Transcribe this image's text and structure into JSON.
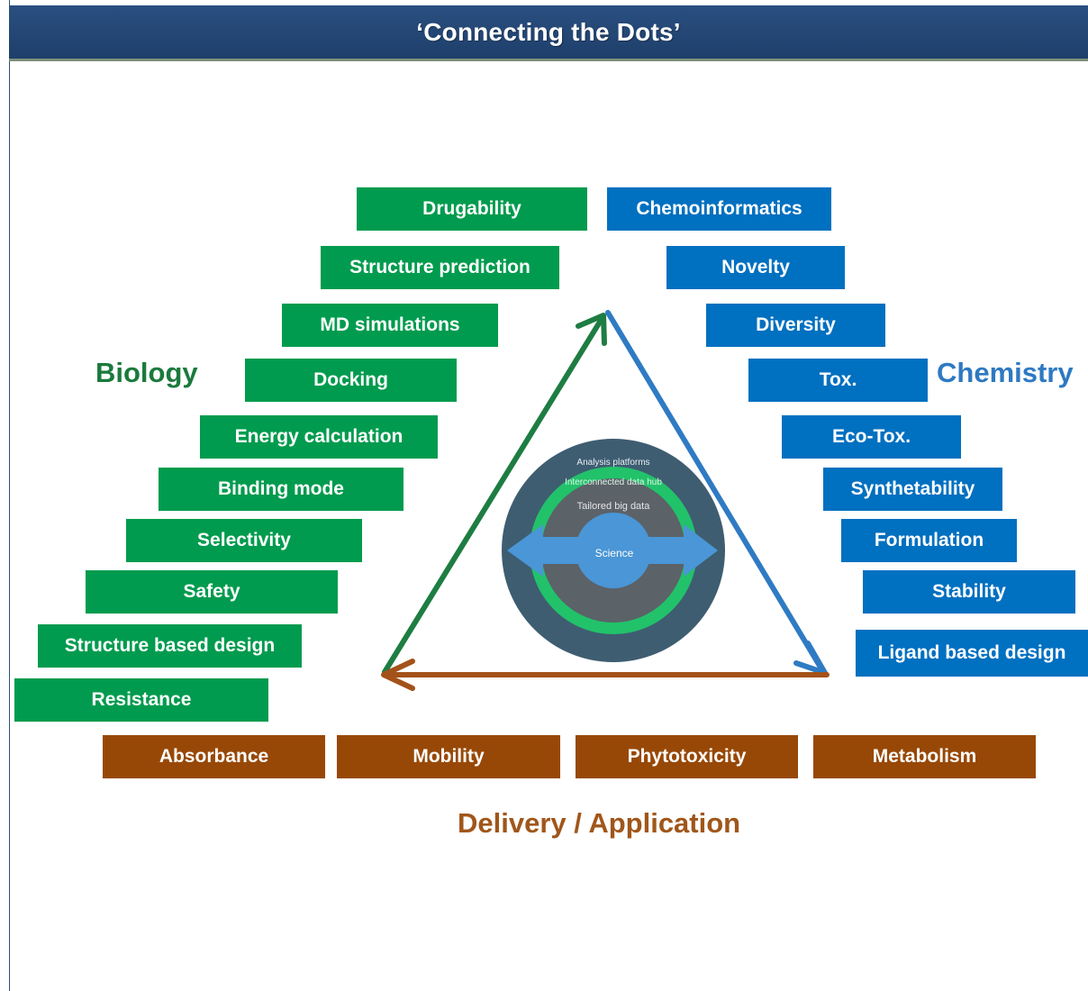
{
  "title": "‘Connecting the Dots’",
  "labels": {
    "biology": "Biology",
    "chemistry": "Chemistry",
    "delivery": "Delivery / Application"
  },
  "biology_items": [
    "Drugability",
    "Structure prediction",
    "MD simulations",
    "Docking",
    "Energy calculation",
    "Binding mode",
    "Selectivity",
    "Safety",
    "Structure based design",
    "Resistance"
  ],
  "chemistry_items": [
    "Chemoinformatics",
    "Novelty",
    "Diversity",
    "Tox.",
    "Eco-Tox.",
    "Synthetability",
    "Formulation",
    "Stability",
    "Ligand based design"
  ],
  "delivery_items": [
    "Absorbance",
    "Mobility",
    "Phytotoxicity",
    "Metabolism"
  ],
  "hub": {
    "outer": "Analysis platforms",
    "middle": "Interconnected data hub",
    "inner": "Tailored big data",
    "center": "Science"
  },
  "colors": {
    "biology": "#009b4e",
    "chemistry": "#0070c0",
    "delivery": "#984806",
    "title_bar": "#1f4170"
  }
}
